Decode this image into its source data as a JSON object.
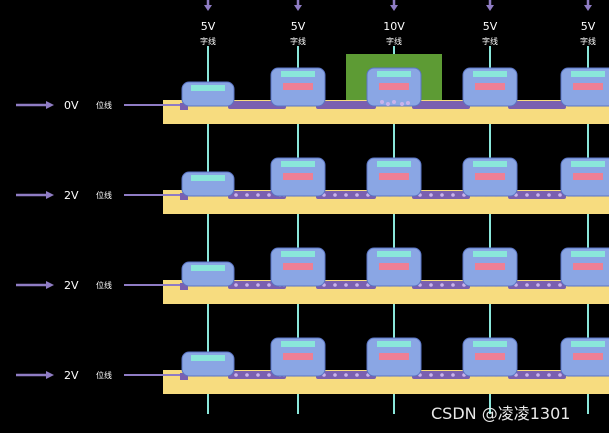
{
  "word_lines": [
    {
      "voltage": "5V",
      "label": "字线"
    },
    {
      "voltage": "5V",
      "label": "字线"
    },
    {
      "voltage": "10V",
      "label": "字线"
    },
    {
      "voltage": "5V",
      "label": "字线"
    },
    {
      "voltage": "5V",
      "label": "字线"
    }
  ],
  "bit_lines": [
    {
      "voltage": "0V",
      "label": "位线"
    },
    {
      "voltage": "2V",
      "label": "位线"
    },
    {
      "voltage": "2V",
      "label": "位线"
    },
    {
      "voltage": "2V",
      "label": "位线"
    }
  ],
  "selected_cell": {
    "row": 1,
    "column": 3
  },
  "watermark": "CSDN @凌凌1301",
  "colors": {
    "background": "#000000",
    "substrate": "#f7dc7f",
    "cell_body": "#8aa6e4",
    "cell_outline": "#5a74c4",
    "floating_gate": "#8ae6da",
    "control_gate": "#ee7f95",
    "channel": "#7a5fb0",
    "electron": "#c9b3ec",
    "arrow": "#8f7cc4",
    "wire": "#8ae6da",
    "highlight": "#5d9b34"
  }
}
